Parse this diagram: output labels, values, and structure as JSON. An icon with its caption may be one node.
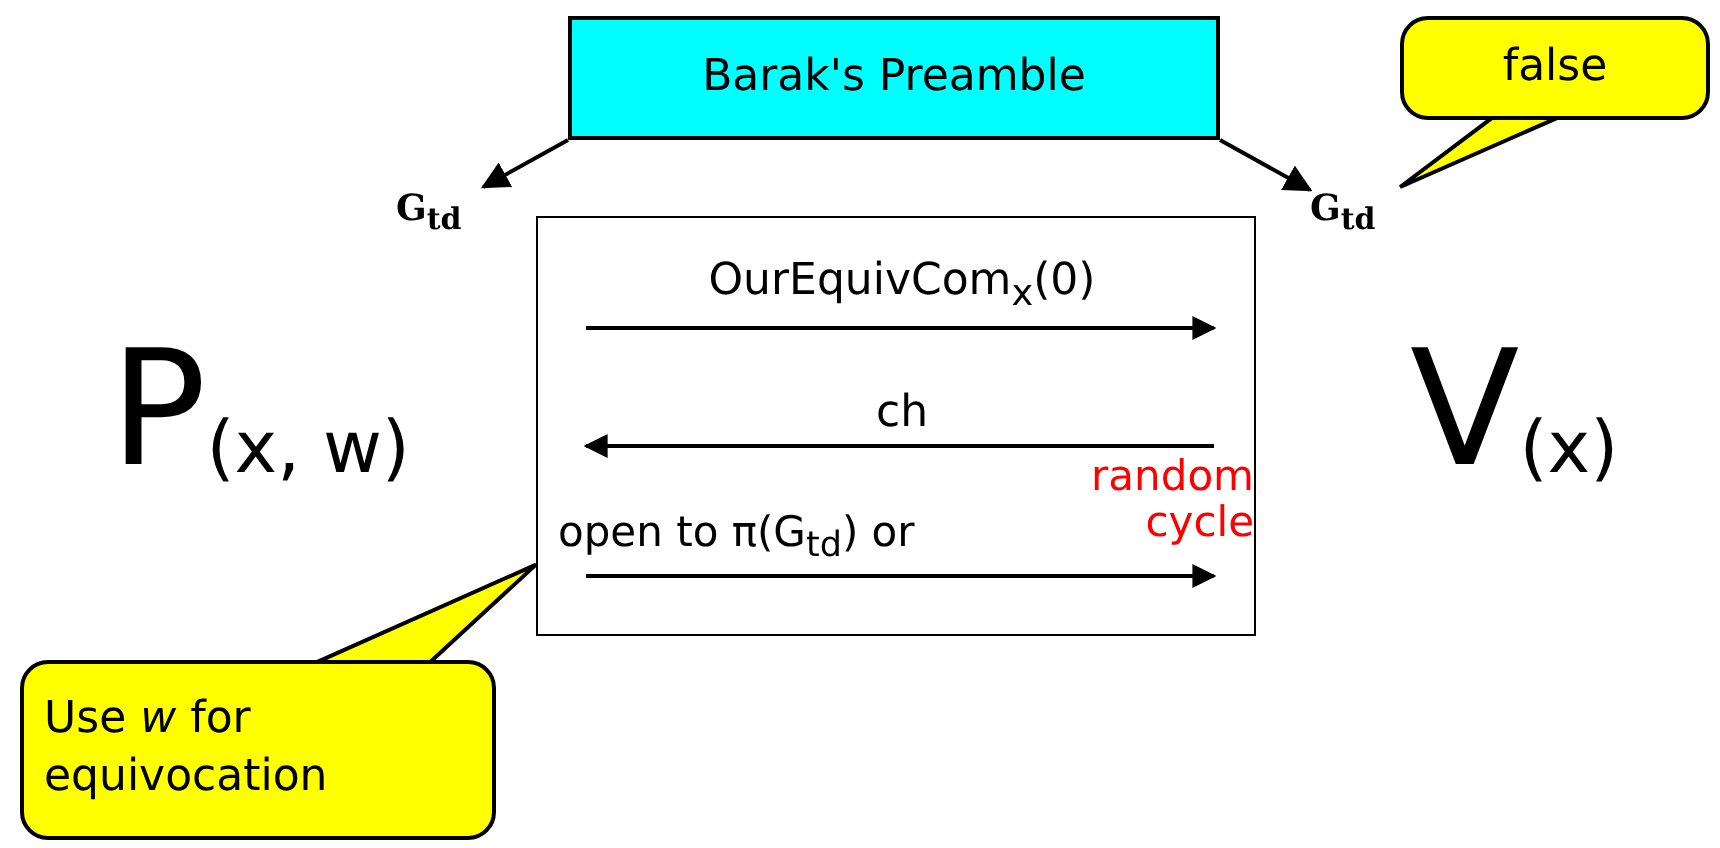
{
  "diagram": {
    "nodes": [
      {
        "text": [
          "Barak's Preamble"
        ]
      },
      {
        "text": [
          "false"
        ]
      },
      {
        "text": [
          "G$_{td}$"
        ]
      },
      {
        "text": [
          "G$_{td}$"
        ]
      },
      {
        "text": [
          "OurEquivCom$_{x}$(0)",
          "ch",
          "open to π(G$_{td}$) or",
          "random cycle"
        ]
      },
      {
        "text": [
          "Use *w* for equivocation"
        ]
      }
    ],
    "edges": [
      {
        "from": 0,
        "to": 2,
        "arrow": "to"
      },
      {
        "from": 0,
        "to": 3,
        "arrow": "to"
      },
      {
        "from": 1,
        "to": 3,
        "arrow": "none"
      },
      {
        "from": 5,
        "to": 4,
        "arrow": "none"
      }
    ],
    "labels": [
      "P$_{(x, w)}$",
      "V$_{(x)}$"
    ]
  }
}
